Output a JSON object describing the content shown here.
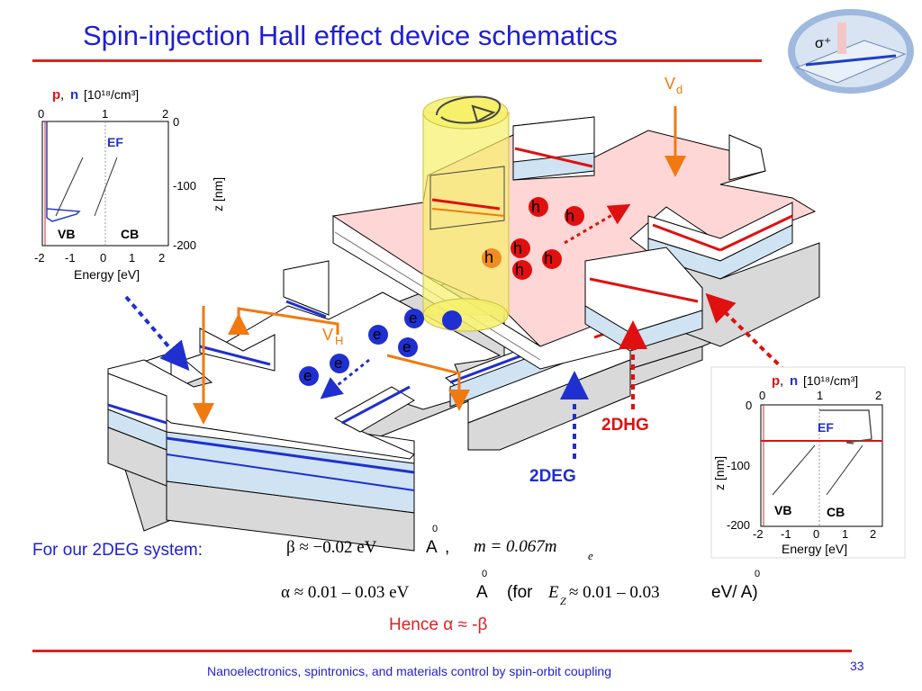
{
  "slide": {
    "title": "Spin-injection Hall effect device schematics",
    "footer": "Nanoelectronics, spintronics, and materials control by spin-orbit coupling",
    "page_number": "33"
  },
  "device": {
    "vd_main": "V",
    "vd_sub": "d",
    "vh_main": "V",
    "vh_sub": "H",
    "hole_label": "h",
    "electron_label": "e",
    "label_2dhg": "2DHG",
    "label_2deg": "2DEG",
    "sigma_label": "σ⁺",
    "colors": {
      "electron": "#1f2fd0",
      "hole": "#e01010",
      "arrow_orange": "#f07a10",
      "pink_channel": "#ffd6d6",
      "light_blue_layer": "#cfe3f3",
      "gray_layer": "#d9d9d9",
      "laser": "#f6f06a"
    }
  },
  "band_left": {
    "top_axis_label_p": "p",
    "top_axis_label_sep": ", ",
    "top_axis_label_n": "n",
    "top_axis_unit": "[10¹⁸/cm³]",
    "top_ticks": [
      "0",
      "1",
      "2"
    ],
    "right_ticks": [
      "0",
      "-100",
      "-200"
    ],
    "right_axis_label": "z [nm]",
    "bottom_ticks": [
      "-2",
      "-1",
      "0",
      "1",
      "2"
    ],
    "bottom_axis_label": "Energy [eV]",
    "ef_label": "EF",
    "vb_label": "VB",
    "cb_label": "CB"
  },
  "band_right": {
    "top_axis_label_p": "p",
    "top_axis_label_sep": ", ",
    "top_axis_label_n": "n",
    "top_axis_unit": "[10¹⁸/cm³]",
    "top_ticks": [
      "0",
      "1",
      "2"
    ],
    "left_ticks": [
      "0",
      "-100",
      "-200"
    ],
    "left_axis_label": "z [nm]",
    "bottom_ticks": [
      "-2",
      "-1",
      "0",
      "1",
      "2"
    ],
    "bottom_axis_label": "Energy [eV]",
    "ef_label": "EF",
    "vb_label": "VB",
    "cb_label": "CB"
  },
  "equations": {
    "for_label": "For our 2DEG system:",
    "beta_eq": "β ≈ −0.02  eV",
    "beta_unit": "A",
    "comma": ",",
    "mass_eq": "m = 0.067m",
    "mass_sub": "e",
    "alpha_eq": "α ≈ 0.01 – 0.03  eV",
    "alpha_unit": "A",
    "for_ez_open": "(for ",
    "ez": "E",
    "ez_sub": "Z",
    "ez_range": " ≈ 0.01 – 0.03",
    "ez_unit": "eV/ A)",
    "angstrom_zero": "0",
    "hence": "Hence α ≈ -β"
  }
}
